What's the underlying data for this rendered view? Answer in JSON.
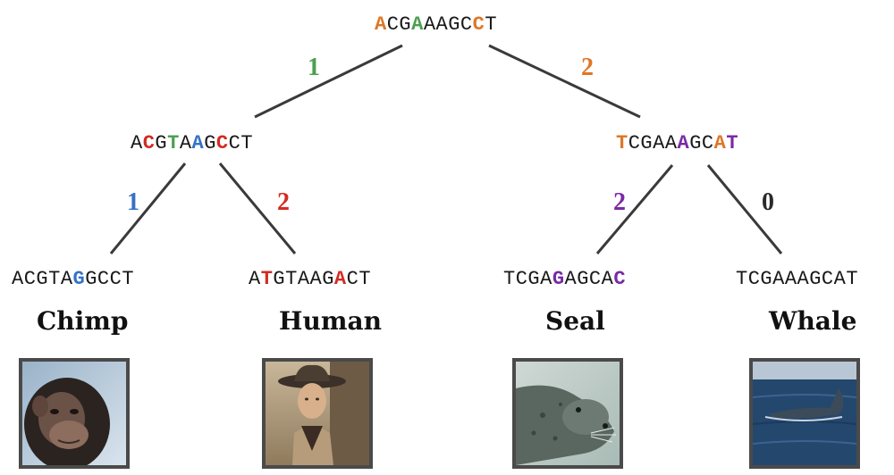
{
  "colors": {
    "orange": "#e07626",
    "green": "#4aa050",
    "red": "#d32b22",
    "blue": "#3571c6",
    "purple": "#7a2aa4",
    "dark": "#2a2a2a",
    "edge": "#3a3a3a"
  },
  "tree": {
    "root": {
      "sequence": "ACGAAAGCCT",
      "highlights": [
        {
          "index": 0,
          "color": "orange"
        },
        {
          "index": 3,
          "color": "green"
        },
        {
          "index": 8,
          "color": "orange"
        }
      ]
    },
    "internal_left": {
      "sequence": "ACGTAAGCCT",
      "highlights": [
        {
          "index": 1,
          "color": "red"
        },
        {
          "index": 3,
          "color": "green"
        },
        {
          "index": 5,
          "color": "blue"
        },
        {
          "index": 7,
          "color": "red"
        }
      ]
    },
    "internal_right": {
      "sequence": "TCGAAAGCAT",
      "highlights": [
        {
          "index": 0,
          "color": "orange"
        },
        {
          "index": 5,
          "color": "purple"
        },
        {
          "index": 8,
          "color": "orange"
        },
        {
          "index": 9,
          "color": "purple"
        }
      ]
    },
    "leaves": [
      {
        "species": "Chimp",
        "sequence": "ACGTAGGCCT",
        "highlights": [
          {
            "index": 5,
            "color": "blue"
          }
        ],
        "photo_icon": "chimp-photo"
      },
      {
        "species": "Human",
        "sequence": "ATGTAAGACT",
        "highlights": [
          {
            "index": 1,
            "color": "red"
          },
          {
            "index": 7,
            "color": "red"
          }
        ],
        "photo_icon": "human-photo"
      },
      {
        "species": "Seal",
        "sequence": "TCGAGAGCAC",
        "highlights": [
          {
            "index": 4,
            "color": "purple"
          },
          {
            "index": 9,
            "color": "purple"
          }
        ],
        "photo_icon": "seal-photo"
      },
      {
        "species": "Whale",
        "sequence": "TCGAAAGCAT",
        "highlights": [],
        "photo_icon": "whale-photo"
      }
    ],
    "edge_weights": {
      "root_left": {
        "value": "1",
        "color": "green"
      },
      "root_right": {
        "value": "2",
        "color": "orange"
      },
      "left_chimp": {
        "value": "1",
        "color": "blue"
      },
      "left_human": {
        "value": "2",
        "color": "red"
      },
      "right_seal": {
        "value": "2",
        "color": "purple"
      },
      "right_whale": {
        "value": "0",
        "color": "dark"
      }
    }
  }
}
